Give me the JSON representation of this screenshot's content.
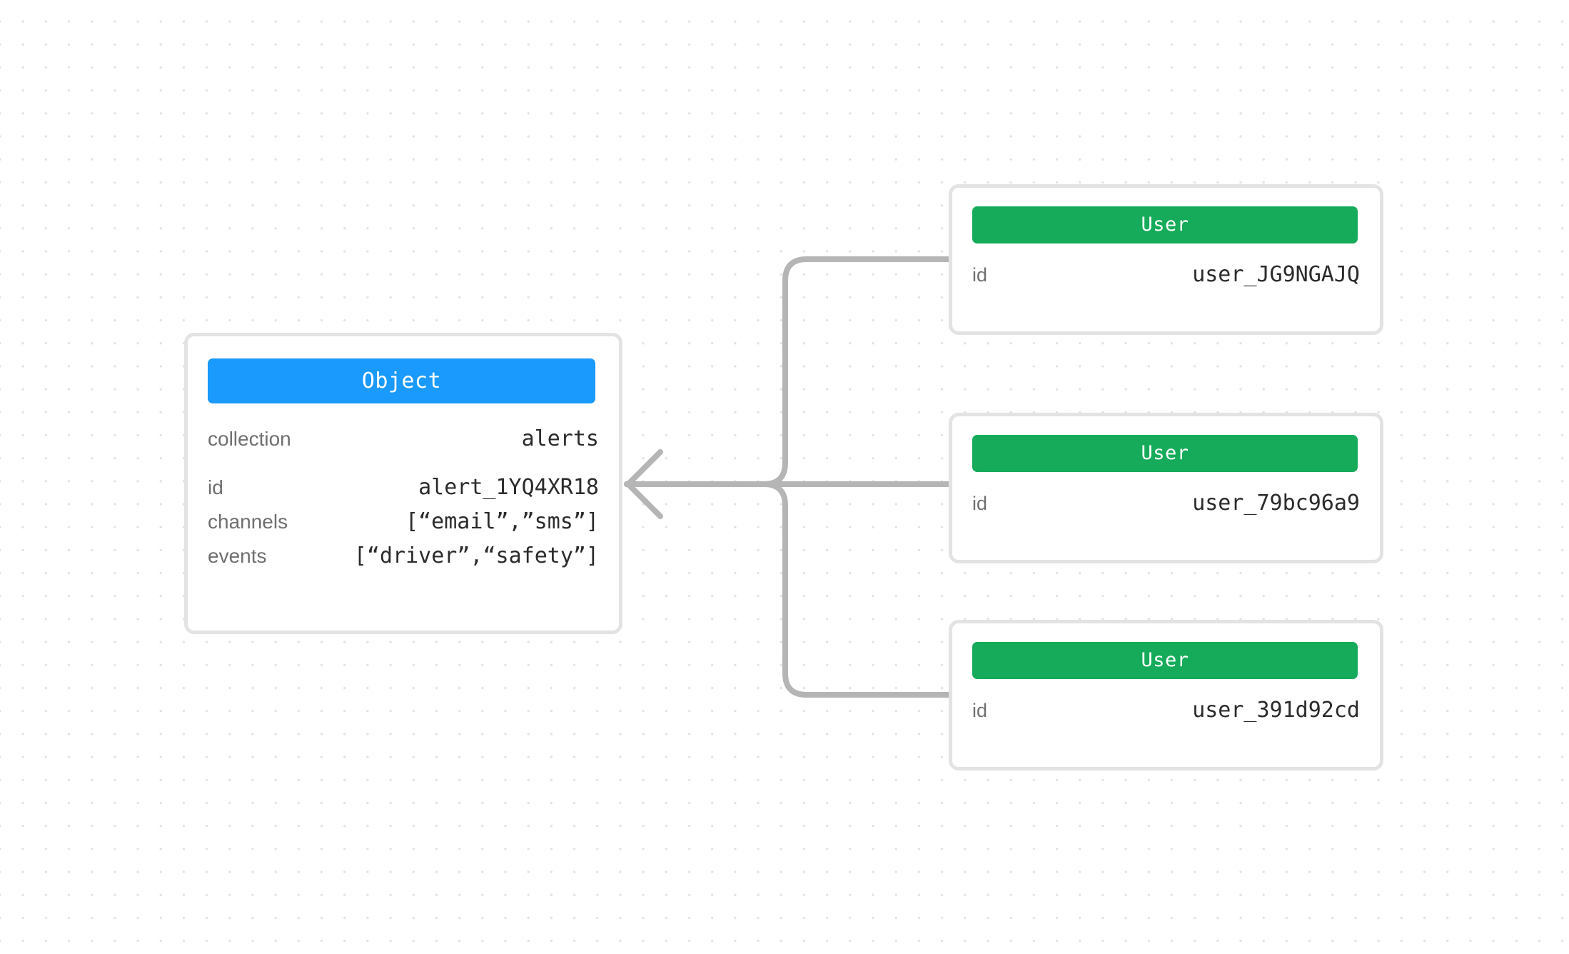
{
  "canvas": {
    "background_color": "#ffffff",
    "grid_dot_color": "#e3e3e3"
  },
  "object_node": {
    "type_label": "Object",
    "header_color": "#1a9afc",
    "primary_rows": [
      {
        "key": "collection",
        "value": "alerts"
      }
    ],
    "secondary_rows": [
      {
        "key": "id",
        "value": "alert_1YQ4XR18"
      },
      {
        "key": "channels",
        "value": "[“email”,”sms”]"
      },
      {
        "key": "events",
        "value": "[“driver”,“safety”]"
      }
    ]
  },
  "user_nodes": [
    {
      "type_label": "User",
      "header_color": "#16ab5a",
      "rows": [
        {
          "key": "id",
          "value": "user_JG9NGAJQ"
        }
      ]
    },
    {
      "type_label": "User",
      "header_color": "#16ab5a",
      "rows": [
        {
          "key": "id",
          "value": "user_79bc96a9"
        }
      ]
    },
    {
      "type_label": "User",
      "header_color": "#16ab5a",
      "rows": [
        {
          "key": "id",
          "value": "user_391d92cd"
        }
      ]
    }
  ],
  "edges": {
    "stroke_color": "#b5b5b5",
    "stroke_width": 8,
    "arrow_direction": "left",
    "connections": [
      {
        "from": "user-card-0",
        "to": "object-card"
      },
      {
        "from": "user-card-1",
        "to": "object-card"
      },
      {
        "from": "user-card-2",
        "to": "object-card"
      }
    ]
  }
}
